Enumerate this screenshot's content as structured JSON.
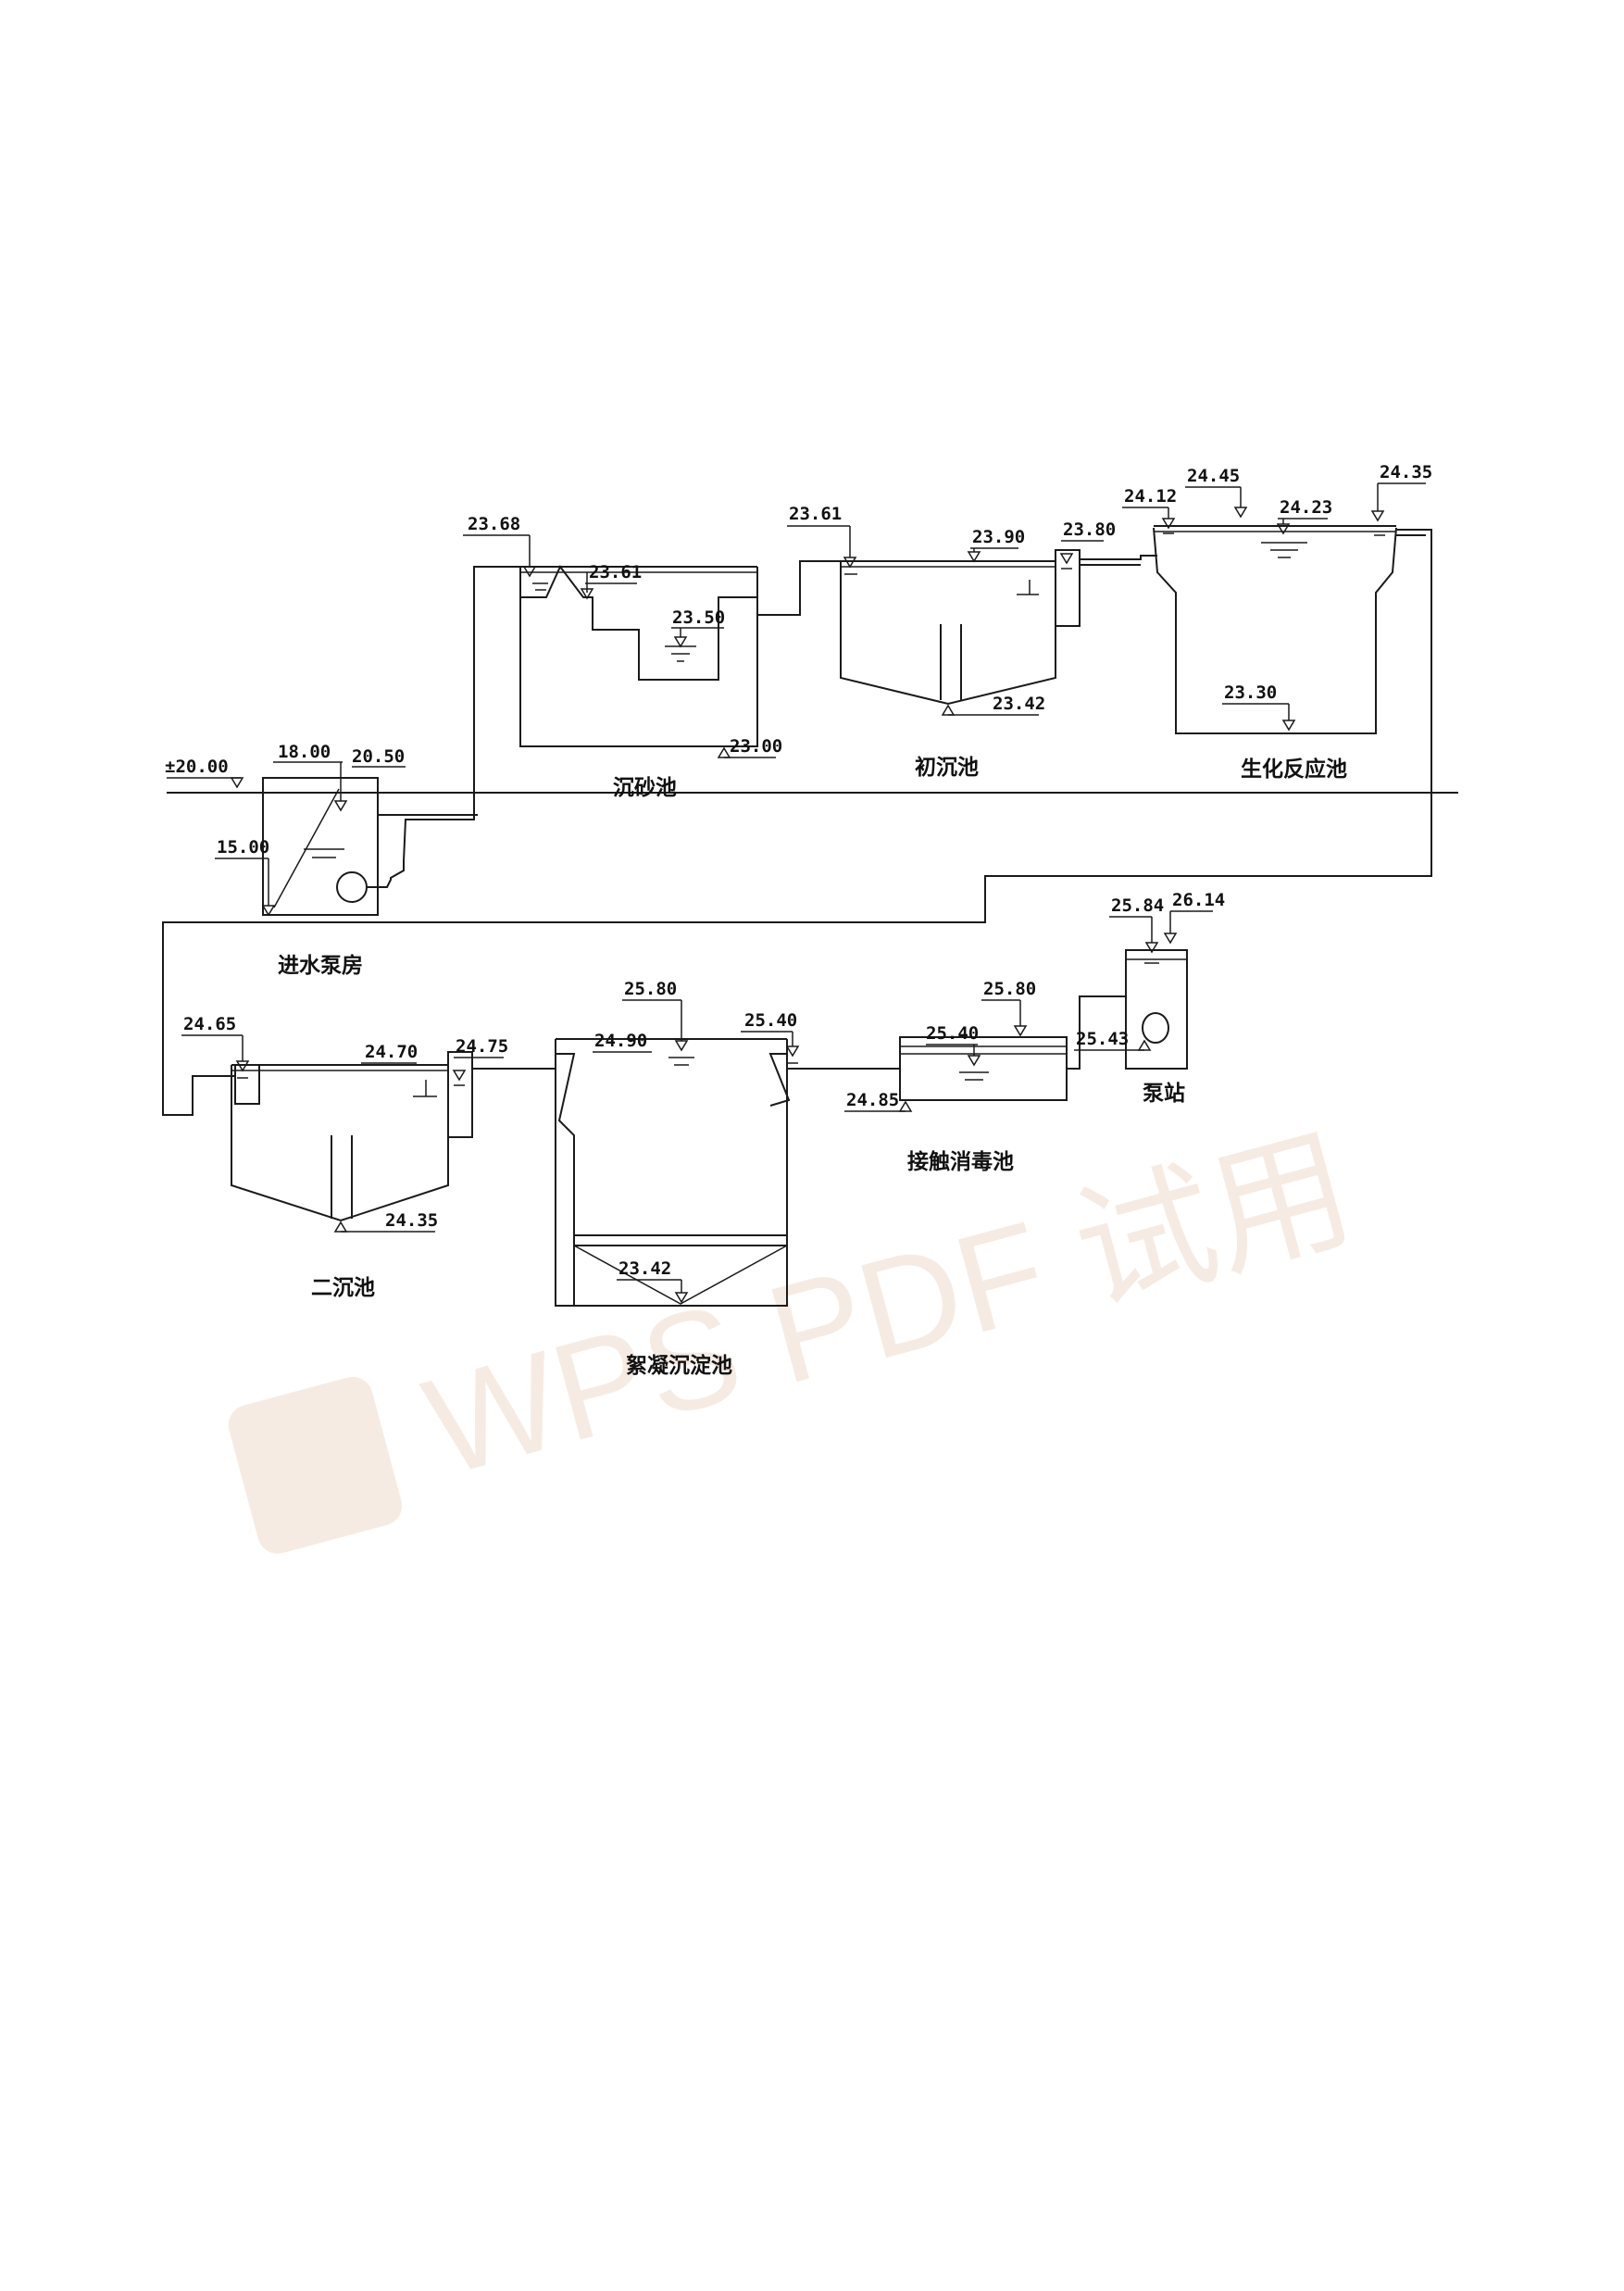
{
  "watermark": "WPS PDF 试用",
  "units": [
    {
      "id": "intake",
      "name": "进水泵房"
    },
    {
      "id": "grit",
      "name": "沉砂池"
    },
    {
      "id": "primary",
      "name": "初沉池"
    },
    {
      "id": "bio",
      "name": "生化反应池"
    },
    {
      "id": "secondary",
      "name": "二沉池"
    },
    {
      "id": "floc",
      "name": "絮凝沉淀池"
    },
    {
      "id": "disinfect",
      "name": "接触消毒池"
    },
    {
      "id": "pump",
      "name": "泵站"
    }
  ],
  "elevations": {
    "ground": "±20.00",
    "intake_inlet": "18.00",
    "intake_top": "20.50",
    "intake_bottom": "15.00",
    "grit_in": "23.68",
    "grit_surface": "23.61",
    "grit_water": "23.50",
    "grit_bottom": "23.00",
    "primary_in": "23.61",
    "primary_surface": "23.90",
    "primary_out": "23.80",
    "primary_bottom": "23.42",
    "bio_in": "24.12",
    "bio_top": "24.45",
    "bio_water": "24.23",
    "bio_out": "24.35",
    "bio_bottom": "23.30",
    "sec_in": "24.65",
    "sec_water": "24.70",
    "sec_out": "24.75",
    "sec_bottom": "24.35",
    "floc_top": "25.80",
    "floc_water": "24.90",
    "floc_out": "25.40",
    "floc_bottom": "23.42",
    "dis_top": "25.80",
    "dis_water": "25.40",
    "dis_bottom": "24.85",
    "pump_in": "25.84",
    "pump_top": "26.14",
    "pump_bottom": "25.43"
  }
}
